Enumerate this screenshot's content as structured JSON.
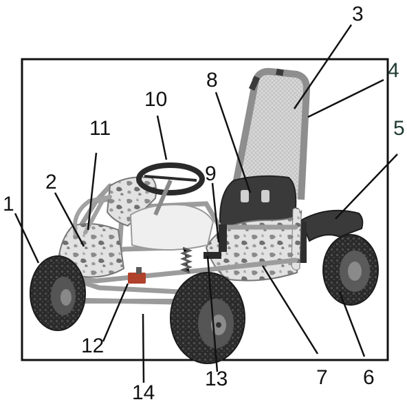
{
  "figure": {
    "subject": "go-kart",
    "callouts": [
      {
        "id": 1,
        "label": "1"
      },
      {
        "id": 2,
        "label": "2"
      },
      {
        "id": 3,
        "label": "3"
      },
      {
        "id": 4,
        "label": "4",
        "color": "#1f3b33"
      },
      {
        "id": 5,
        "label": "5",
        "color": "#1f3b33"
      },
      {
        "id": 6,
        "label": "6"
      },
      {
        "id": 7,
        "label": "7"
      },
      {
        "id": 8,
        "label": "8"
      },
      {
        "id": 9,
        "label": "9"
      },
      {
        "id": 10,
        "label": "10"
      },
      {
        "id": 11,
        "label": "11"
      },
      {
        "id": 12,
        "label": "12"
      },
      {
        "id": 13,
        "label": "13"
      },
      {
        "id": 14,
        "label": "14"
      }
    ],
    "colors": {
      "frame": "#111111",
      "tire": "#2a2a2a",
      "tire_tread": "#4a4a4a",
      "rim": "#6a6a6a",
      "body_camo": "#d9d9d9",
      "camo_dark": "#7a7a7a",
      "seat": "#3a3a3a",
      "mesh": "#cfcfcf",
      "chrome": "#9a9a9a"
    }
  }
}
